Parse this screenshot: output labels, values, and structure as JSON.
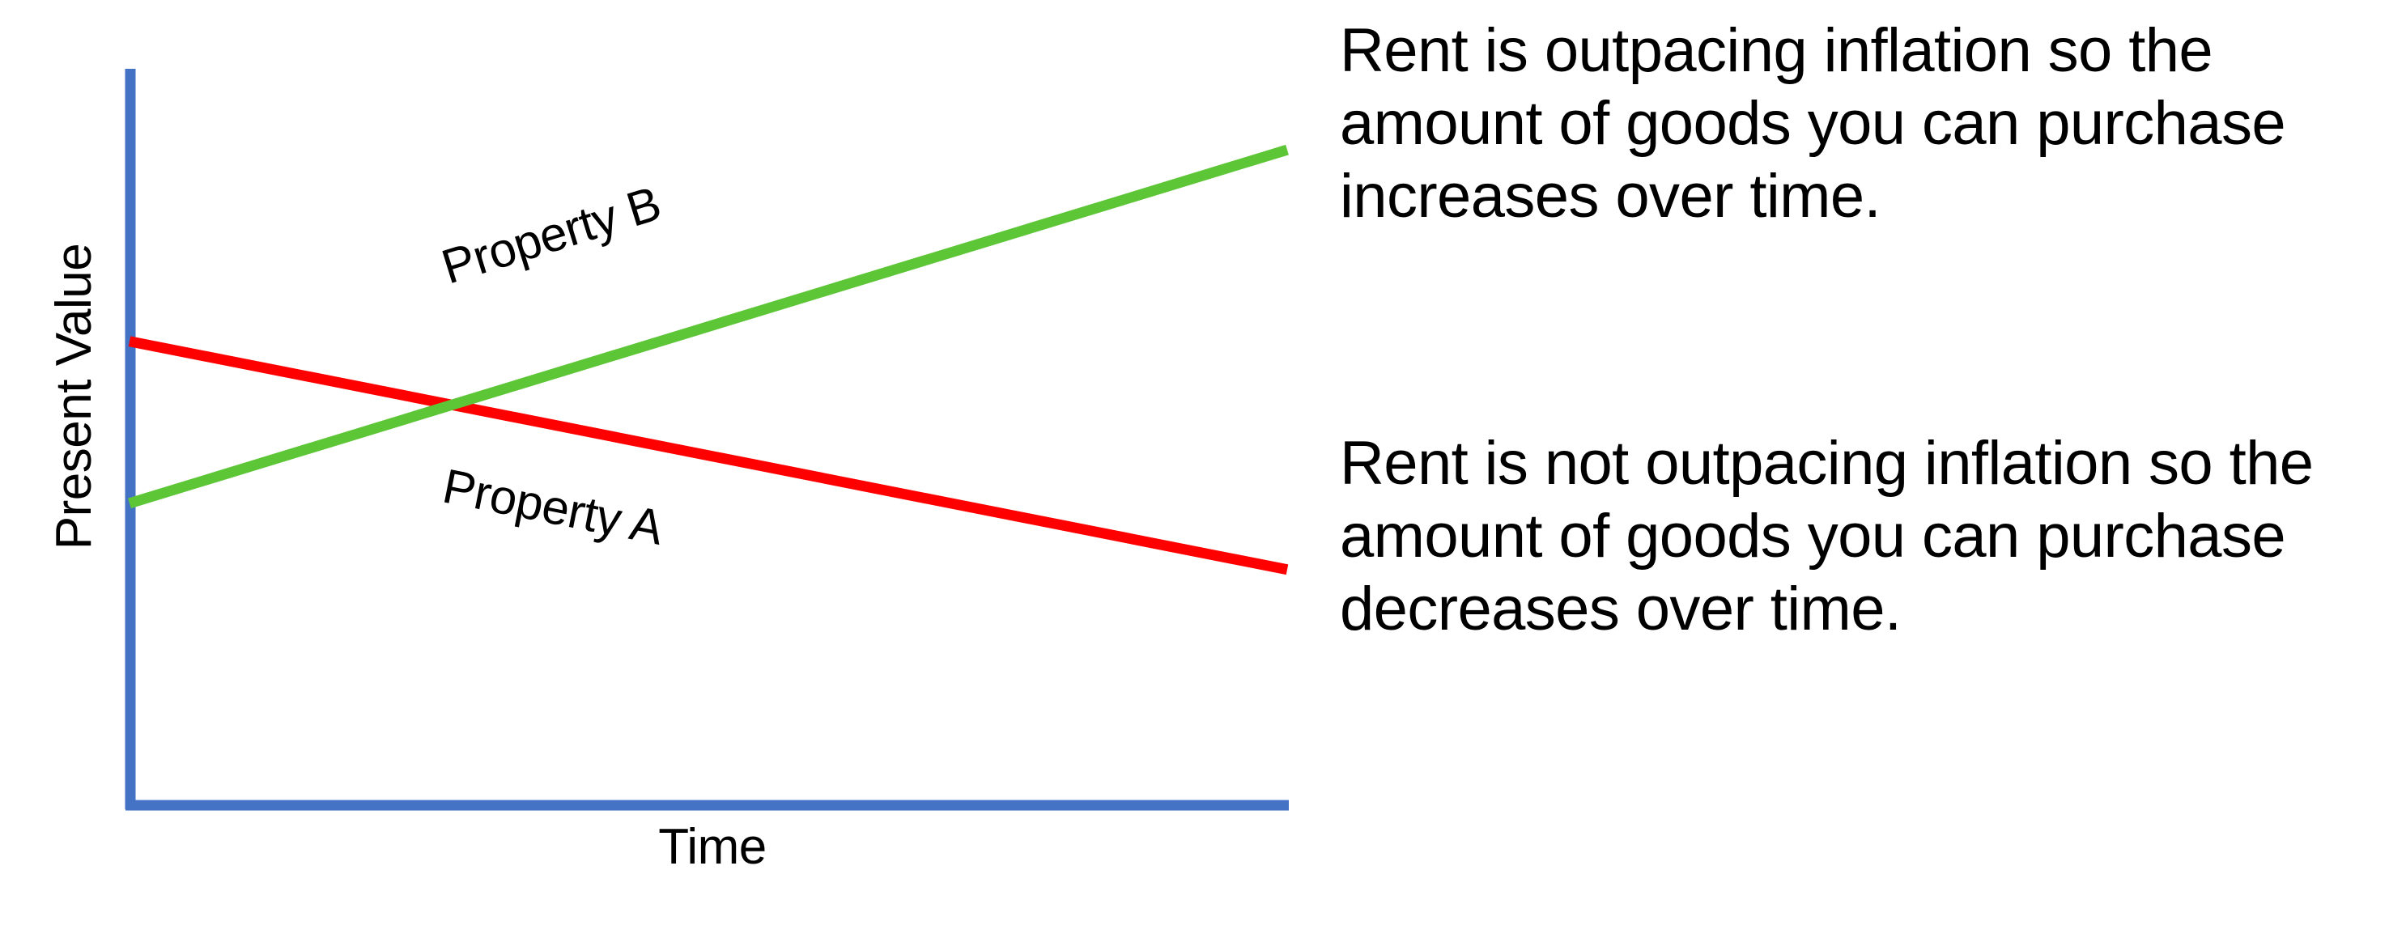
{
  "chart_data": {
    "type": "line",
    "title": "",
    "xlabel": "Time",
    "ylabel": "Present Value",
    "grid": false,
    "legend": "inline-on-series",
    "xlim": [
      0,
      100
    ],
    "ylim": [
      0,
      100
    ],
    "axis_ticks": {
      "x": [],
      "y": []
    },
    "series": [
      {
        "name": "Property A",
        "color": "#FF0000",
        "trend": "decreasing",
        "x": [
          0,
          100
        ],
        "values": [
          63,
          32
        ],
        "label_position": "below-line",
        "label_rotation_deg": 11.2
      },
      {
        "name": "Property B",
        "color": "#5DC636",
        "trend": "increasing",
        "x": [
          0,
          100
        ],
        "values": [
          41,
          89
        ],
        "label_position": "above-line",
        "label_rotation_deg": -17.2
      }
    ],
    "axis_color": "#4472C4"
  },
  "chart": {
    "y_axis_title": "Present Value",
    "x_axis_title": "Time",
    "series_label_a": "Property A",
    "series_label_b": "Property B",
    "colors": {
      "axis": "#4472C4",
      "property_a_line": "#FF0000",
      "property_b_line": "#5DC636",
      "background": "#FFFFFF",
      "text": "#000000"
    }
  },
  "annotations": {
    "outpacing": "Rent is outpacing inflation so the amount of goods you can purchase increases over time.",
    "not_outpacing": "Rent is not outpacing inflation so the amount of goods you can purchase decreases over time."
  }
}
